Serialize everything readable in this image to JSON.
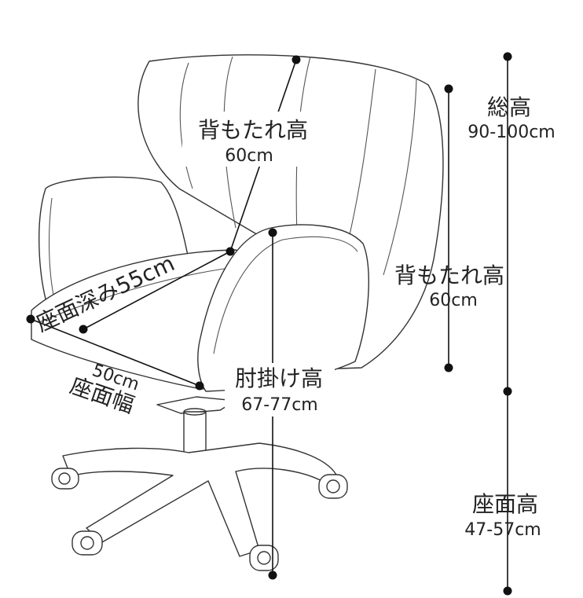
{
  "labels": {
    "backrest": {
      "title": "背もたれ高",
      "value": "60cm"
    },
    "overall": {
      "title": "総高",
      "value": "90-100cm"
    },
    "backrest_side": {
      "title": "背もたれ高",
      "value": "60cm"
    },
    "seat_depth": {
      "title": "座面深み55cm"
    },
    "seat_width": {
      "title": "座面幅",
      "value": "50cm"
    },
    "armrest": {
      "title": "肘掛け高",
      "value": "67-77cm"
    },
    "seat_height": {
      "title": "座面高",
      "value": "47-57cm"
    }
  }
}
